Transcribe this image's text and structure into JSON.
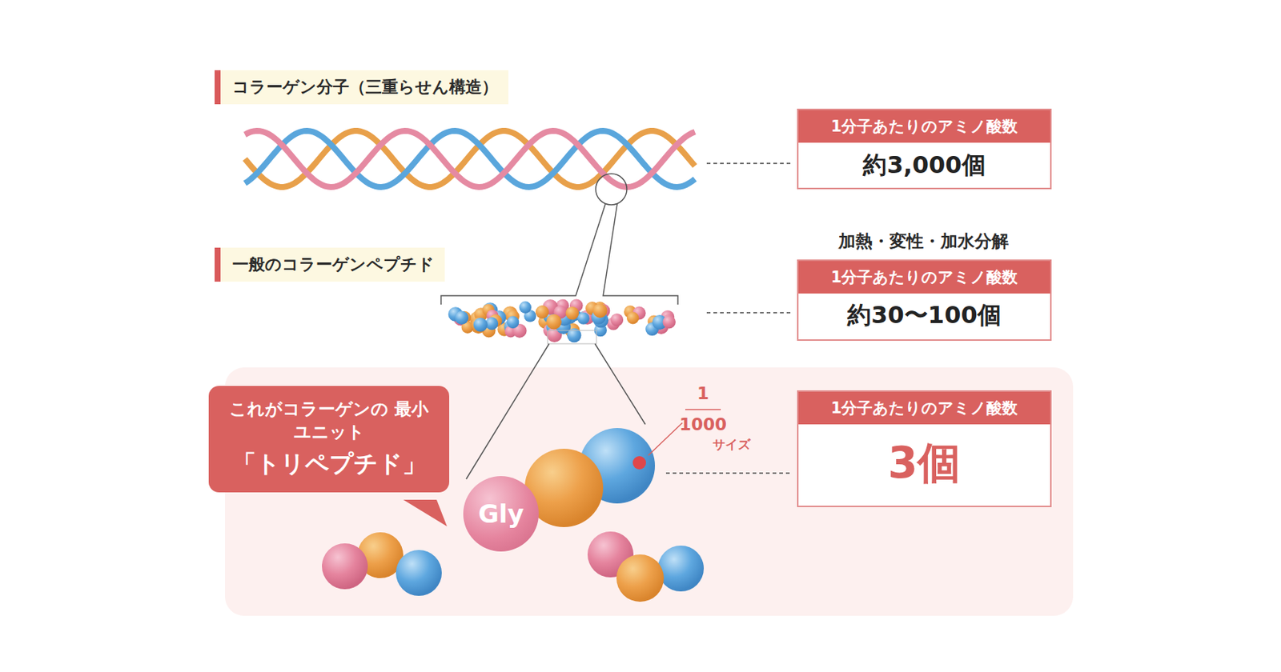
{
  "diagram": {
    "nodes": [
      {
        "text": [
          "コラーゲン分子（三重らせん構造）"
        ]
      },
      {
        "text": [
          "1分子あたりのアミノ酸数",
          "約3,000個"
        ]
      },
      {
        "text": [
          "一般のコラーゲンペプチド"
        ]
      },
      {
        "text": [
          "1分子あたりのアミノ酸数",
          "約30〜100個"
        ]
      },
      {
        "text": [
          "これがコラーゲンの 最小ユニット",
          "「トリペプチド」"
        ]
      },
      {
        "text": [
          "Gly"
        ]
      },
      {
        "text": [
          "1分子あたりのアミノ酸数",
          "3個"
        ]
      }
    ],
    "labels": [
      "加熱・変性・加水分解",
      "1",
      "1000",
      "サイズ"
    ]
  }
}
